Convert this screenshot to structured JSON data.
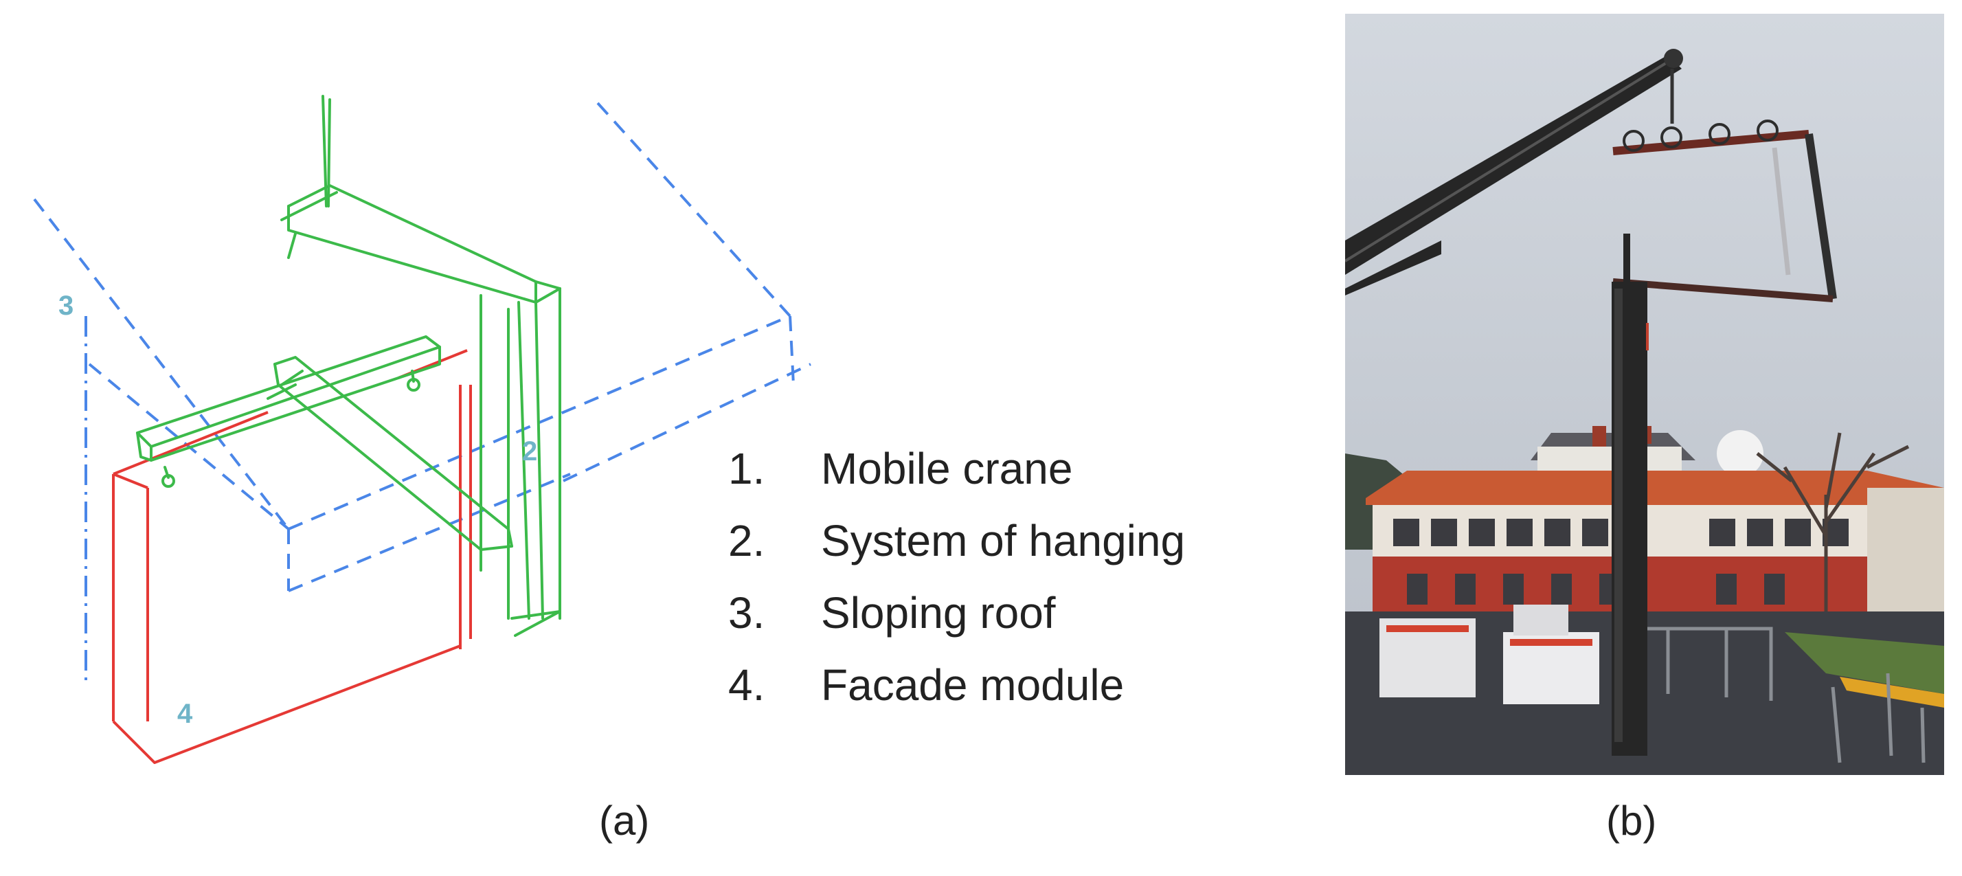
{
  "sketch": {
    "labels": {
      "roof": "3",
      "hanging": "2",
      "facade": "4"
    },
    "colors": {
      "crane_system": "#3cba4a",
      "roof": "#4a86e8",
      "facade": "#e53935",
      "label": "#6fb4c8"
    }
  },
  "legend": {
    "items": [
      {
        "num": "1.",
        "text": "Mobile crane"
      },
      {
        "num": "2.",
        "text": "System of hanging"
      },
      {
        "num": "3.",
        "text": "Sloping roof"
      },
      {
        "num": "4.",
        "text": "Facade module"
      }
    ]
  },
  "captions": {
    "a": "(a)",
    "b": "(b)"
  },
  "photo": {
    "colors": {
      "sky": "#c9ced6",
      "roof_tiles": "#c95a33",
      "building_wall": "#b03a2e",
      "ground": "#3d3f45",
      "steel": "#262626"
    }
  }
}
